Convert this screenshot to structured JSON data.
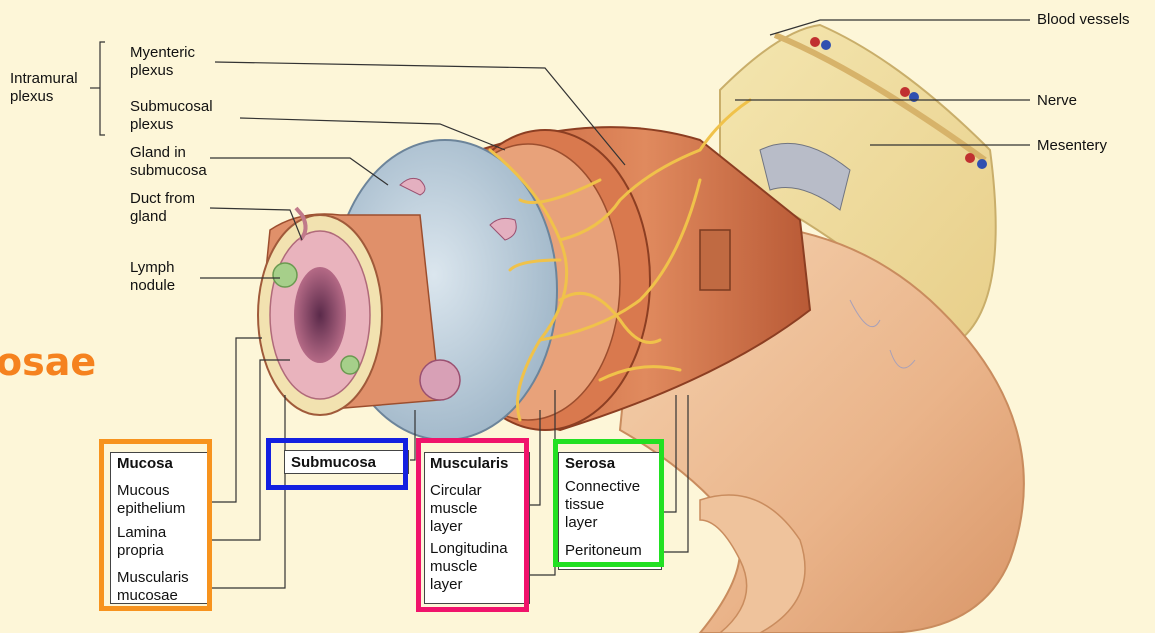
{
  "labels": {
    "intramural_plexus": "Intramural\nplexus",
    "myenteric_plexus": "Myenteric\nplexus",
    "submucosal_plexus": "Submucosal\nplexus",
    "gland_in_submucosa": "Gland in\nsubmucosa",
    "duct_from_gland": "Duct from\ngland",
    "lymph_nodule": "Lymph\nnodule",
    "blood_vessels": "Blood vessels",
    "nerve": "Nerve",
    "mesentery": "Mesentery"
  },
  "partial_title": "osae",
  "layers": {
    "mucosa": {
      "title": "Mucosa",
      "items": [
        "Mucous\nepithelium",
        "Lamina\npropria",
        "Muscularis\nmucosae"
      ]
    },
    "submucosa": {
      "title": "Submucosa"
    },
    "muscularis": {
      "title": "Muscularis",
      "items": [
        "Circular\nmuscle\nlayer",
        "Longitudina\nmuscle\nlayer"
      ]
    },
    "serosa": {
      "title": "Serosa",
      "items": [
        "Connective\ntissue\nlayer",
        "Peritoneum"
      ]
    }
  },
  "highlight_colors": {
    "mucosa": "#f7931e",
    "submucosa": "#1420e0",
    "muscularis": "#f0136b",
    "serosa": "#22e022"
  }
}
